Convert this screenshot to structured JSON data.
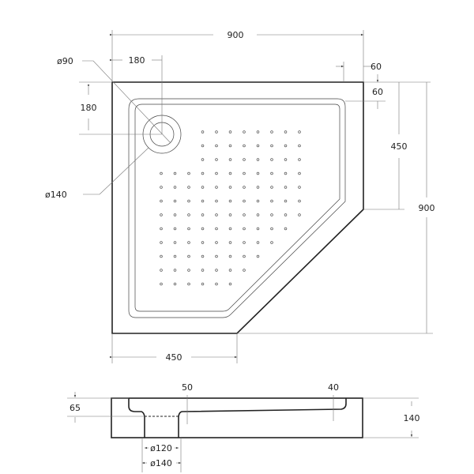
{
  "plan_view": {
    "width_top": "900",
    "drain_offset_x": "180",
    "drain_offset_y": "180",
    "corner_cut_x": "60",
    "corner_cut_y": "60",
    "right_side_straight": "450",
    "depth_total": "900",
    "bottom_side_straight": "450",
    "drain_inner_diameter": "ø90",
    "drain_outer_diameter": "ø140"
  },
  "side_view": {
    "recess_depth": "65",
    "total_height": "140",
    "wall_left": "50",
    "wall_right": "40",
    "drain_inner_diameter": "ø120",
    "drain_outer_diameter": "ø140"
  }
}
